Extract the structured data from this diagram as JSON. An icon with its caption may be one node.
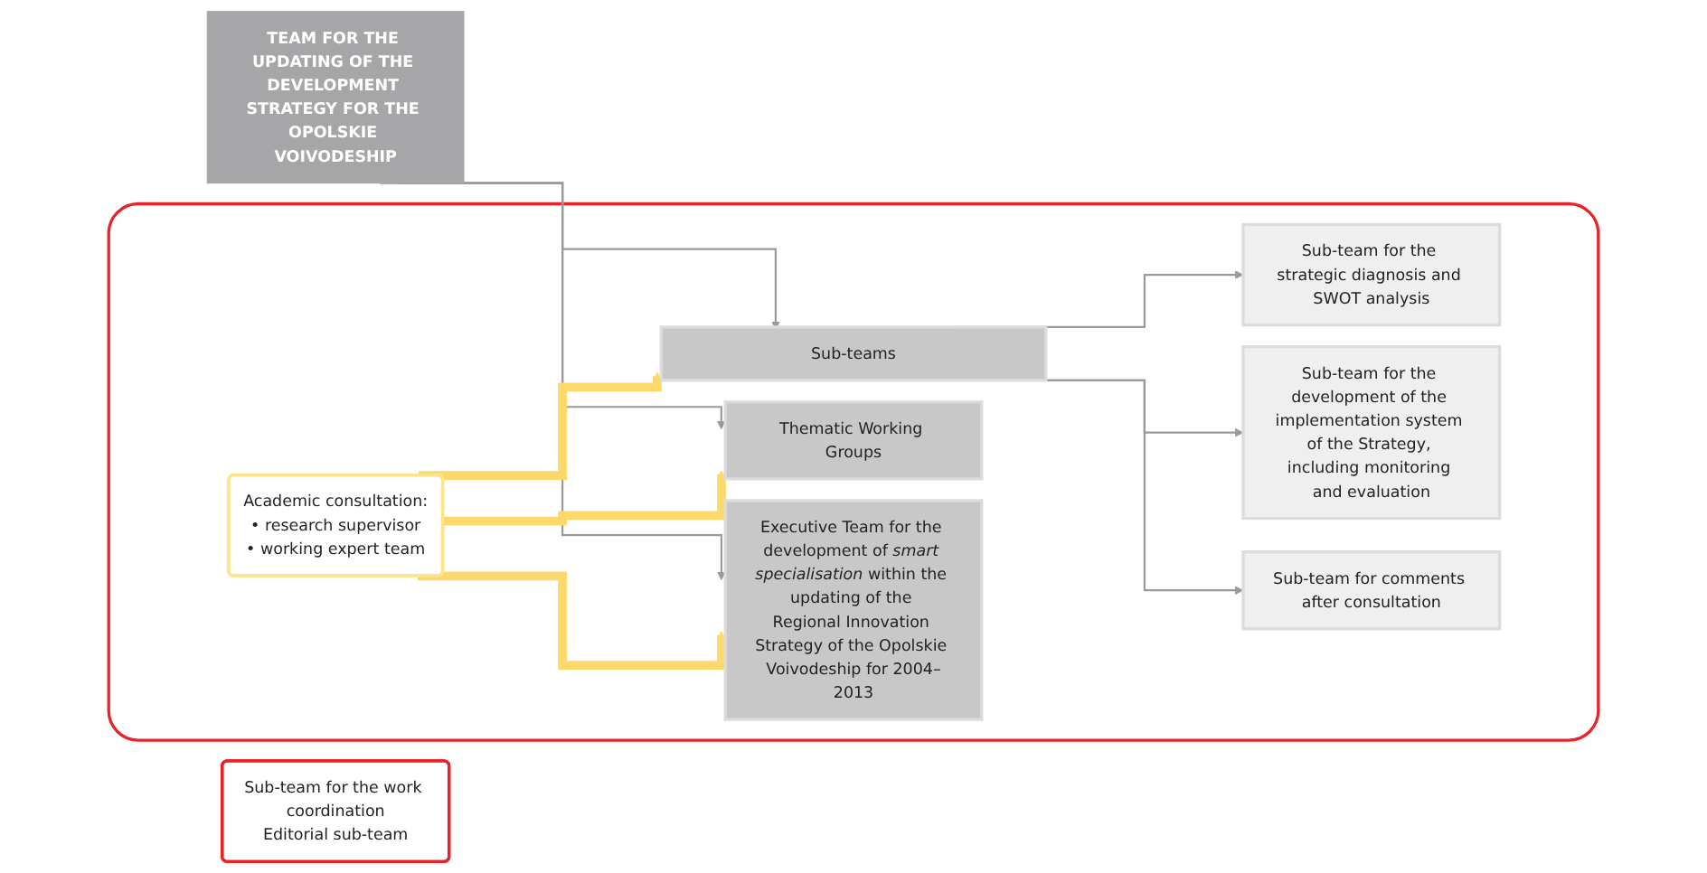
{
  "diagram": {
    "nodes": [
      {
        "text": [
          "TEAM FOR THE UPDATING OF THE DEVELOPMENT STRATEGY FOR THE OPOLSKIE VOIVODESHIP"
        ]
      },
      {
        "text": [],
        "shape": "box"
      },
      {
        "text": [
          "Academic consultation:",
          "• research supervisor",
          "• working expert team"
        ],
        "in": 1
      },
      {
        "text": [
          "Sub-teams"
        ],
        "in": 1
      },
      {
        "text": [
          "Thematic Working Groups"
        ],
        "in": 1
      },
      {
        "text": [
          "Executive Team for the development of *smart specialisation* within the updating of the Regional Innovation Strategy of the Opolskie Voivodeship for 2004–2013"
        ],
        "in": 1
      },
      {
        "text": [
          "Sub-team for the strategic diagnosis and SWOT analysis"
        ],
        "in": 1
      },
      {
        "text": [
          "Sub-team for the development of the implementation system of the Strategy, including monitoring and evaluation"
        ],
        "in": 1
      },
      {
        "text": [
          "Sub-team for comments after consultation"
        ],
        "in": 1
      },
      {
        "text": [
          "Sub-team for the work coordination",
          "Editorial sub-team"
        ]
      }
    ],
    "edges": [
      {
        "from": 0,
        "to": 3,
        "arrow": "to"
      },
      {
        "from": 0,
        "to": 4,
        "arrow": "to"
      },
      {
        "from": 0,
        "to": 5,
        "arrow": "to"
      },
      {
        "from": 2,
        "to": 3,
        "arrow": "to",
        "style": "thick",
        "color": "#fcd96a"
      },
      {
        "from": 2,
        "to": 4,
        "arrow": "to",
        "style": "thick",
        "color": "#fcd96a"
      },
      {
        "from": 2,
        "to": 5,
        "arrow": "to",
        "style": "thick",
        "color": "#fcd96a"
      },
      {
        "from": 3,
        "to": 6,
        "arrow": "to"
      },
      {
        "from": 3,
        "to": 7,
        "arrow": "to"
      },
      {
        "from": 3,
        "to": 8,
        "arrow": "to"
      }
    ]
  }
}
